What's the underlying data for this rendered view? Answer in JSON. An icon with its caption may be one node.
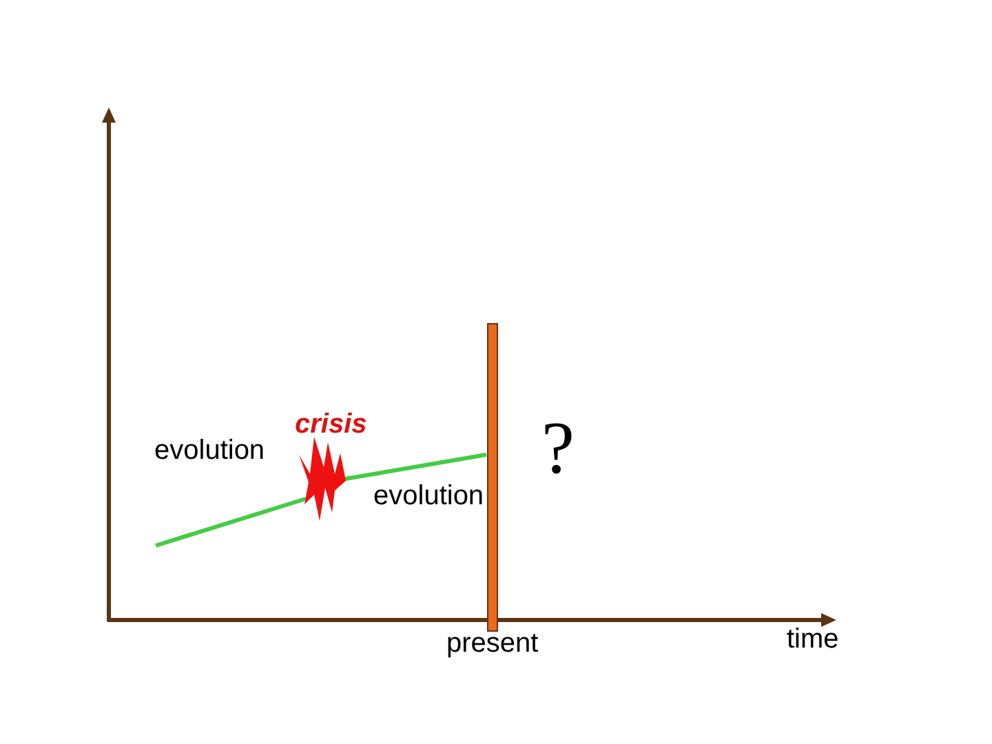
{
  "diagram": {
    "labels": [
      "evolution",
      "crisis",
      "evolution",
      "?",
      "present",
      "time"
    ]
  }
}
